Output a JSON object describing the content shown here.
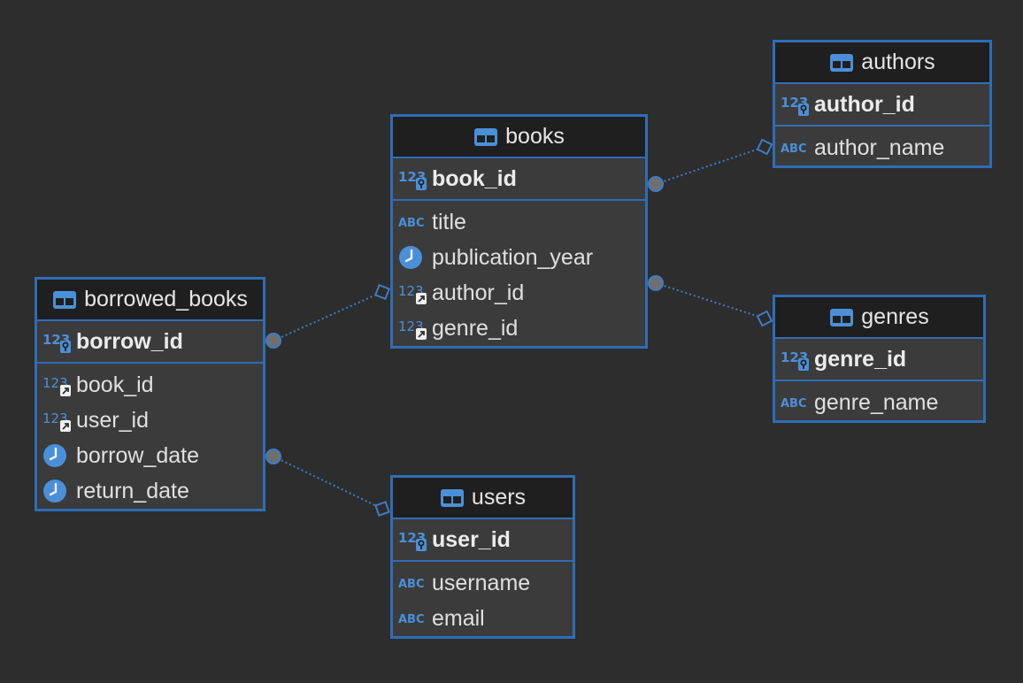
{
  "tables": [
    {
      "id": "books",
      "name": "books",
      "columns": [
        {
          "name": "book_id",
          "type": "number",
          "key": "pk"
        },
        {
          "name": "title",
          "type": "text"
        },
        {
          "name": "publication_year",
          "type": "date"
        },
        {
          "name": "author_id",
          "type": "number",
          "key": "fk"
        },
        {
          "name": "genre_id",
          "type": "number",
          "key": "fk"
        }
      ]
    },
    {
      "id": "authors",
      "name": "authors",
      "columns": [
        {
          "name": "author_id",
          "type": "number",
          "key": "pk"
        },
        {
          "name": "author_name",
          "type": "text"
        }
      ]
    },
    {
      "id": "genres",
      "name": "genres",
      "columns": [
        {
          "name": "genre_id",
          "type": "number",
          "key": "pk"
        },
        {
          "name": "genre_name",
          "type": "text"
        }
      ]
    },
    {
      "id": "borrowed_books",
      "name": "borrowed_books",
      "columns": [
        {
          "name": "borrow_id",
          "type": "number",
          "key": "pk"
        },
        {
          "name": "book_id",
          "type": "number",
          "key": "fk"
        },
        {
          "name": "user_id",
          "type": "number",
          "key": "fk"
        },
        {
          "name": "borrow_date",
          "type": "date"
        },
        {
          "name": "return_date",
          "type": "date"
        }
      ]
    },
    {
      "id": "users",
      "name": "users",
      "columns": [
        {
          "name": "user_id",
          "type": "number",
          "key": "pk"
        },
        {
          "name": "username",
          "type": "text"
        },
        {
          "name": "email",
          "type": "text"
        }
      ]
    }
  ],
  "relationships": [
    {
      "from": "books",
      "to": "authors"
    },
    {
      "from": "books",
      "to": "genres"
    },
    {
      "from": "borrowed_books",
      "to": "books"
    },
    {
      "from": "borrowed_books",
      "to": "users"
    }
  ],
  "colors": {
    "background": "#2d2d2d",
    "table_border": "#2f6db5",
    "header_bg": "#1f1f1f",
    "body_bg": "#3b3b3b",
    "link": "#3f7bc7",
    "icon": "#4a90d9"
  }
}
